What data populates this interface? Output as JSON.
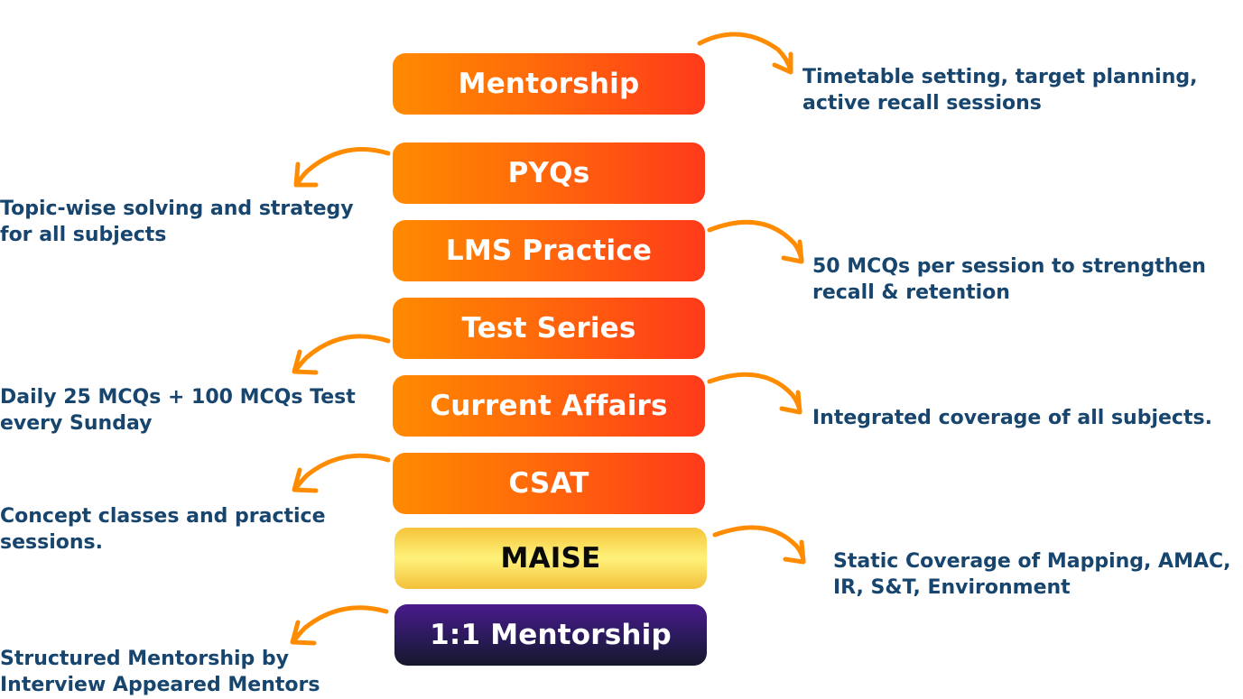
{
  "colors": {
    "orange_start": "#ff8a00",
    "orange_end": "#ff3a1a",
    "gold": "#f5c43a",
    "purple": "#2a1a5a",
    "text_blue": "#17456e",
    "arrow": "#ff8c00"
  },
  "steps": [
    {
      "label": "Mentorship",
      "style": "orange",
      "side": "right",
      "description": [
        "Timetable setting, target planning,",
        "active recall sessions"
      ]
    },
    {
      "label": "PYQs",
      "style": "orange",
      "side": "left",
      "description": [
        "Topic-wise solving and strategy",
        "for all subjects"
      ]
    },
    {
      "label": "LMS Practice",
      "style": "orange",
      "side": "right",
      "description": [
        "50 MCQs per session to strengthen",
        "recall & retention"
      ]
    },
    {
      "label": "Test Series",
      "style": "orange",
      "side": "left",
      "description": [
        "Daily 25 MCQs + 100 MCQs Test",
        "every Sunday"
      ]
    },
    {
      "label": "Current Affairs",
      "style": "orange",
      "side": "right",
      "description": [
        "Integrated coverage of all subjects."
      ]
    },
    {
      "label": "CSAT",
      "style": "orange",
      "side": "left",
      "description": [
        "Concept classes and practice",
        "sessions."
      ]
    },
    {
      "label": "MAISE",
      "style": "gold",
      "side": "right",
      "description": [
        "Static Coverage of Mapping, AMAC,",
        "IR, S&T, Environment"
      ]
    },
    {
      "label": "1:1 Mentorship",
      "style": "purple",
      "side": "left",
      "description": [
        "Structured Mentorship by",
        "Interview Appeared Mentors"
      ]
    }
  ],
  "arrows": [
    {
      "name": "arrow-icon",
      "direction": "right"
    },
    {
      "name": "arrow-icon",
      "direction": "left"
    }
  ]
}
